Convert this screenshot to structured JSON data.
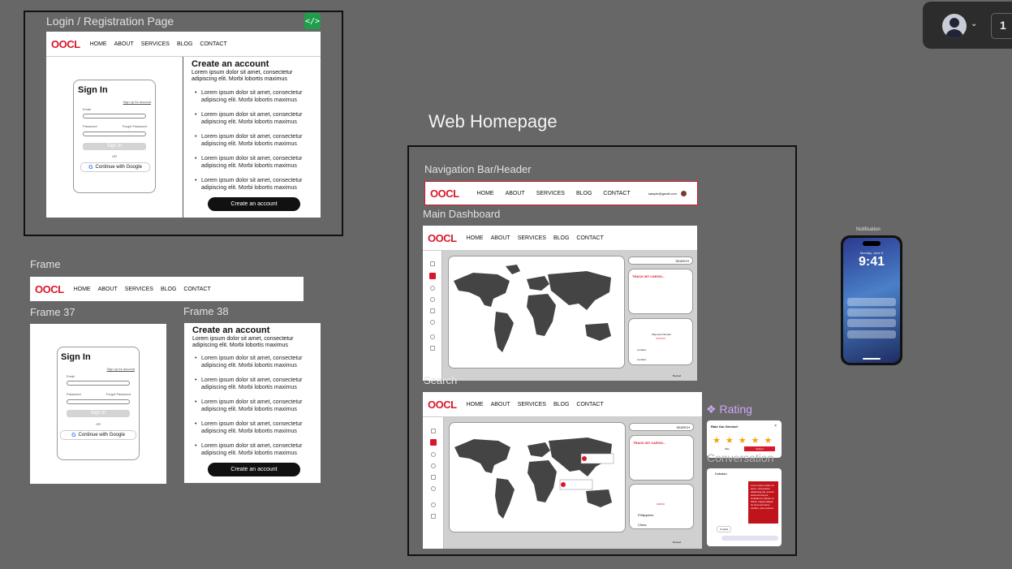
{
  "login_frame": {
    "title": "Login / Registration Page",
    "code_icon": "</>"
  },
  "nav": {
    "logo": "OOCL",
    "links": [
      "HOME",
      "ABOUT",
      "SERVICES",
      "BLOG",
      "CONTACT"
    ],
    "email": "sample@gmail.com"
  },
  "signin": {
    "title": "Sign In",
    "link": "Sign up for account",
    "email_label": "Email",
    "password_label": "Password",
    "forgot": "Forgot Password",
    "button": "Sign In",
    "or": "OR",
    "google": "Continue with Google"
  },
  "create": {
    "title": "Create an account",
    "subtitle": "Lorem ipsum dolor sit amet, consectetur adipiscing elit. Morbi lobortis maximus",
    "bullets": [
      "Lorem ipsum dolor sit amet, consectetur adipiscing elit. Morbi lobortis maximus",
      "Lorem ipsum dolor sit amet, consectetur adipiscing elit. Morbi lobortis maximus",
      "Lorem ipsum dolor sit amet, consectetur adipiscing elit. Morbi lobortis maximus",
      "Lorem ipsum dolor sit amet, consectetur adipiscing elit. Morbi lobortis maximus",
      "Lorem ipsum dolor sit amet, consectetur adipiscing elit. Morbi lobortis maximus"
    ],
    "button": "Create an account"
  },
  "labels": {
    "frame": "Frame",
    "frame37": "Frame 37",
    "frame38": "Frame 38",
    "web_homepage": "Web Homepage",
    "navbar_header": "Navigation Bar/Header",
    "main_dashboard": "Main Dashboard",
    "search": "Search",
    "rating": "Rating",
    "conversation": "Conversation",
    "notification": "Notification"
  },
  "dashboard": {
    "search_btn": "SEARCH",
    "track_title": "TRACK MY CARGO...",
    "shipment_label": "Shipment Number",
    "shipment_no": "XXXXXX",
    "origin": "Location",
    "dest": "Location",
    "footer": "Booked"
  },
  "search_panel": {
    "track_title": "TRACK MY CARGO...",
    "origin": "Philippines",
    "dest": "China",
    "shipment_no": "0ABCD"
  },
  "rating": {
    "title": "Rate Our Service!",
    "skip": "Skip",
    "submit": "Submit",
    "stars": 5
  },
  "conversation": {
    "name": "Kabalan",
    "message": "Lorem ipsum dolor sit amet, consectetur adipiscing elit, sed do eiusmod tempor incididunt ut labore et dolore magna aliqua. Ut enim ad minim veniam, quis nostrud",
    "chip": "Contact"
  },
  "phone": {
    "date": "Monday, June 6",
    "time": "9:41"
  },
  "colors": {
    "brand_red": "#d8182a",
    "canvas": "#676767",
    "star": "#f4a300"
  },
  "toolbar": {
    "zoom": "1"
  }
}
